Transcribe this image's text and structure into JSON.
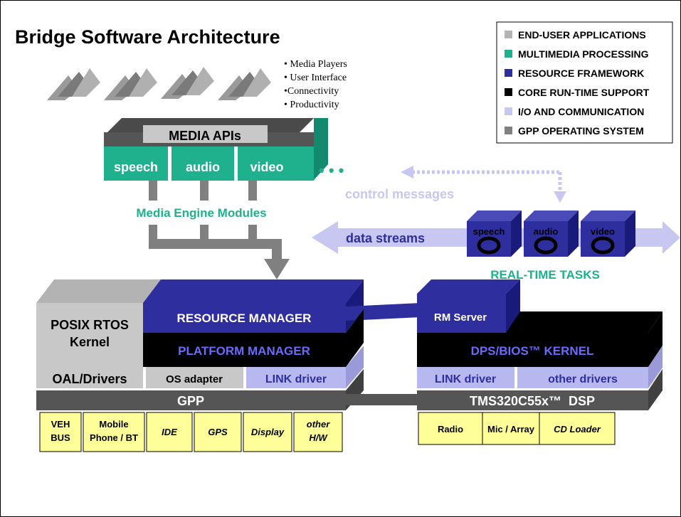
{
  "title": "Bridge Software Architecture",
  "legend": [
    {
      "label": "END-USER APPLICATIONS",
      "color": "#b3b3b3"
    },
    {
      "label": "MULTIMEDIA PROCESSING",
      "color": "#1fb08e"
    },
    {
      "label": "RESOURCE FRAMEWORK",
      "color": "#2e2e9e"
    },
    {
      "label": "CORE RUN-TIME SUPPORT",
      "color": "#000000"
    },
    {
      "label": "I/O AND COMMUNICATION",
      "color": "#c7c7f2"
    },
    {
      "label": "GPP OPERATING SYSTEM",
      "color": "#808080"
    }
  ],
  "app_bullets": [
    "• Media Players",
    "• User Interface",
    "•Connectivity",
    "• Productivity"
  ],
  "media_apis": "MEDIA APIs",
  "modules": [
    "speech",
    "audio",
    "video"
  ],
  "ellipsis": "• • •",
  "media_engine_label": "Media Engine Modules",
  "control_messages": "control messages",
  "data_streams": "data streams",
  "rt_tasks": [
    "speech",
    "audio",
    "video"
  ],
  "rt_label": "REAL-TIME TASKS",
  "posix": [
    "POSIX RTOS",
    "Kernel"
  ],
  "resource_manager": "RESOURCE MANAGER",
  "platform_manager": "PLATFORM MANAGER",
  "oal_drivers": "OAL/Drivers",
  "os_adapter": "OS adapter",
  "gpp_link_driver": "LINK driver",
  "gpp": "GPP",
  "gpp_hw": [
    [
      "VEH",
      "BUS"
    ],
    [
      "Mobile",
      "Phone / BT"
    ],
    [
      "IDE"
    ],
    [
      "GPS"
    ],
    [
      "Display"
    ],
    [
      "other",
      "H/W"
    ]
  ],
  "rm_server": "RM Server",
  "dsp_kernel": "DPS/BIOS™ KERNEL",
  "dsp_link_driver": "LINK driver",
  "other_drivers": "other drivers",
  "dsp": "TMS320C55x™  DSP",
  "dsp_hw": [
    "Radio",
    "Mic / Array",
    "CD Loader"
  ],
  "colors": {
    "green": "#1fb08e",
    "green_dark": "#138a6e",
    "blue": "#2e2e9e",
    "blue_light": "#c7c7f2",
    "gray_dark": "#555555",
    "gray_light": "#c8c8c8",
    "yellow": "#ffff99"
  }
}
